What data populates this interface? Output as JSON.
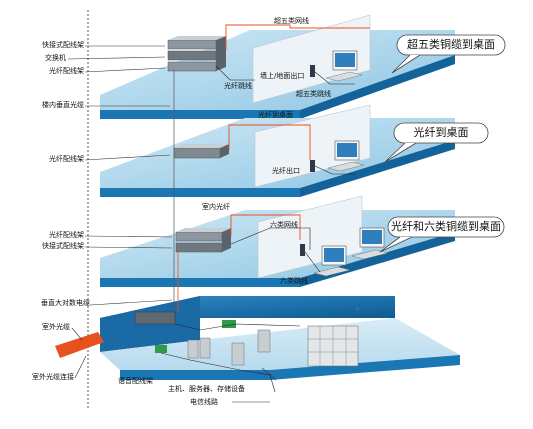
{
  "left_labels": {
    "patch_panel_quick": "快接式配线架",
    "switch": "交换机",
    "fiber_panel_1": "光纤配线架",
    "riser_fiber": "楼内垂直光缆",
    "fiber_panel_2": "光纤配线架",
    "fiber_panel_3": "光纤配线架",
    "patch_panel_quick_3": "快接式配线架",
    "riser_copper": "垂直大对数电缆",
    "outdoor_fiber": "室外光缆",
    "outdoor_fiber_link": "室外光缆连接"
  },
  "floor_labels": {
    "cat5e_cable": "超五类网线",
    "wall_floor_outlet": "墙上/地面出口",
    "fiber_jumper": "光纤跳线",
    "cat5e_jumper": "超五类跳线",
    "fiber_to_desk_label": "光纤到桌面",
    "fiber_outlet": "光纤出口",
    "indoor_fiber": "室内光纤",
    "cat6_cable": "六类网线",
    "cat6_jumper": "六类跳线"
  },
  "basement_labels": {
    "voice_panel": "语音配线架",
    "host_server_storage": "主机、服务器、存储设备",
    "telecom_line": "电信线路"
  },
  "callouts": {
    "top": "超五类铜缆到桌面",
    "middle": "光纤到桌面",
    "bottom": "光纤和六类铜缆到桌面"
  },
  "colors": {
    "floor_top": "#a9d4ea",
    "floor_side": "#1b77b4",
    "wall": "#eef3f7",
    "fiber": "#e8501d",
    "cable": "#222222",
    "basement": "#1a6aa6"
  }
}
